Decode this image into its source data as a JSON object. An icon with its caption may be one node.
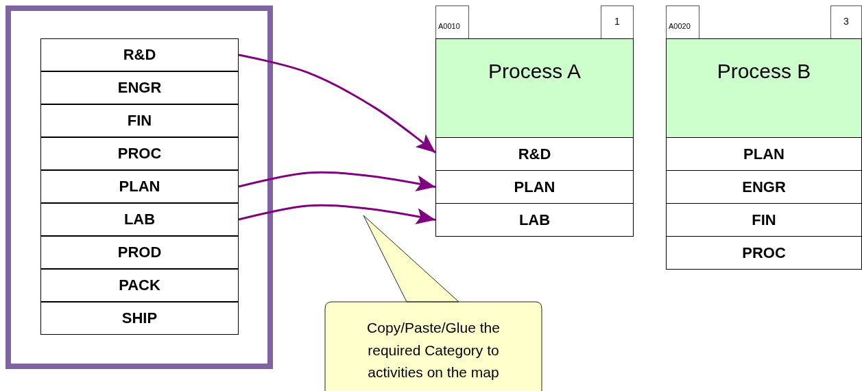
{
  "diagram": {
    "nodes": [
      {
        "text": [],
        "shape": "box"
      },
      {
        "text": [
          "R&D"
        ],
        "in": 0
      },
      {
        "text": [
          "ENGR"
        ],
        "in": 0
      },
      {
        "text": [
          "FIN"
        ],
        "in": 0
      },
      {
        "text": [
          "PROC"
        ],
        "in": 0
      },
      {
        "text": [
          "PLAN"
        ],
        "in": 0
      },
      {
        "text": [
          "LAB"
        ],
        "in": 0
      },
      {
        "text": [
          "PROD"
        ],
        "in": 0
      },
      {
        "text": [
          "PACK"
        ],
        "in": 0
      },
      {
        "text": [
          "SHIP"
        ],
        "in": 0
      },
      {
        "text": [
          "A0010"
        ]
      },
      {
        "text": [
          "1"
        ]
      },
      {
        "text": [
          "Process A"
        ]
      },
      {
        "text": [
          "R&D"
        ]
      },
      {
        "text": [
          "PLAN"
        ]
      },
      {
        "text": [
          "LAB"
        ]
      },
      {
        "text": [
          "A0020"
        ]
      },
      {
        "text": [
          "3"
        ]
      },
      {
        "text": [
          "Process B"
        ]
      },
      {
        "text": [
          "PLAN"
        ]
      },
      {
        "text": [
          "ENGR"
        ]
      },
      {
        "text": [
          "FIN"
        ]
      },
      {
        "text": [
          "PROC"
        ]
      },
      {
        "text": [
          "Copy/Paste/Glue the required Category to activities on the map"
        ]
      }
    ],
    "edges": [
      {
        "from": 1,
        "to": 13,
        "arrow": "to"
      },
      {
        "from": 5,
        "to": 14,
        "arrow": "to"
      },
      {
        "from": 6,
        "to": 15,
        "arrow": "to"
      }
    ]
  }
}
